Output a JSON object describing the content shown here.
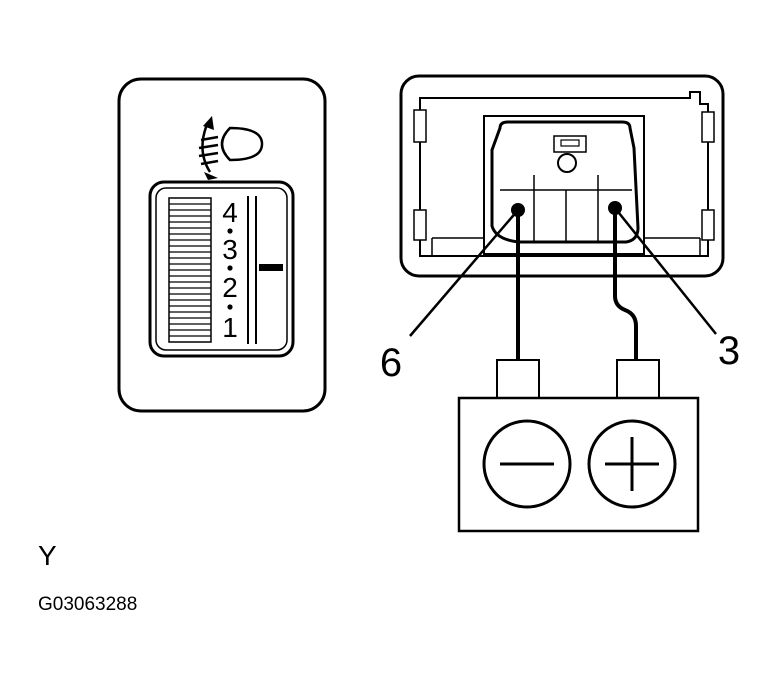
{
  "switch": {
    "scale_numbers": [
      "4",
      "3",
      "2",
      "1"
    ],
    "indicator": "–"
  },
  "connector": {
    "terminal_left": "6",
    "terminal_right": "3"
  },
  "battery": {
    "negative_symbol": "–",
    "positive_symbol": "+"
  },
  "caption": {
    "view_letter": "Y",
    "figure_code": "G03063288"
  }
}
